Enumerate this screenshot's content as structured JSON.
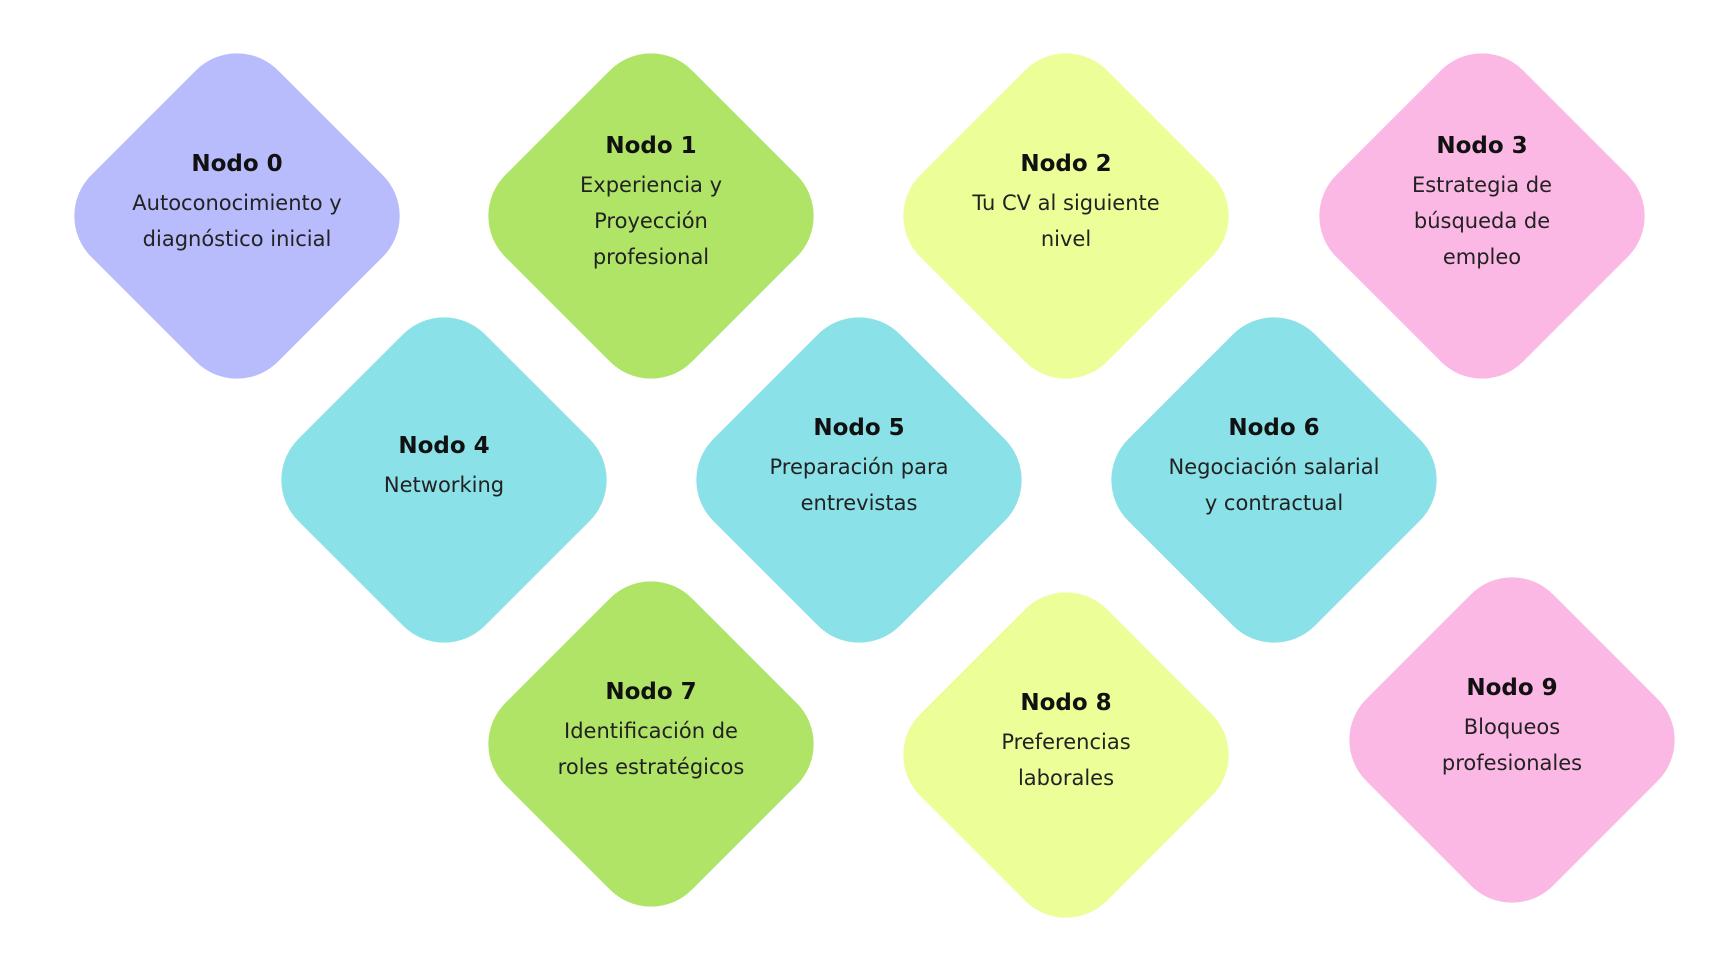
{
  "colors": {
    "purple": "#b9bcfc",
    "green": "#b0e467",
    "yellow": "#ecfe98",
    "pink": "#fcb8e4",
    "cyan": "#8ae1e7"
  },
  "nodes": [
    {
      "title": "Nodo 0",
      "lines": [
        "Autoconocimiento y",
        "diagnóstico inicial"
      ],
      "color": "purple"
    },
    {
      "title": "Nodo 1",
      "lines": [
        "Experiencia y",
        "Proyección",
        "profesional"
      ],
      "color": "green"
    },
    {
      "title": "Nodo 2",
      "lines": [
        "Tu CV al siguiente",
        "nivel"
      ],
      "color": "yellow"
    },
    {
      "title": "Nodo 3",
      "lines": [
        "Estrategia de",
        "búsqueda de",
        "empleo"
      ],
      "color": "pink"
    },
    {
      "title": "Nodo 4",
      "lines": [
        "Networking"
      ],
      "color": "cyan"
    },
    {
      "title": "Nodo 5",
      "lines": [
        "Preparación para",
        "entrevistas"
      ],
      "color": "cyan"
    },
    {
      "title": "Nodo 6",
      "lines": [
        "Negociación salarial",
        "y contractual"
      ],
      "color": "cyan"
    },
    {
      "title": "Nodo 7",
      "lines": [
        "Identificación de",
        "roles estratégicos"
      ],
      "color": "green"
    },
    {
      "title": "Nodo 8",
      "lines": [
        "Preferencias",
        "laborales"
      ],
      "color": "yellow"
    },
    {
      "title": "Nodo 9",
      "lines": [
        "Bloqueos",
        "profesionales"
      ],
      "color": "pink"
    }
  ]
}
